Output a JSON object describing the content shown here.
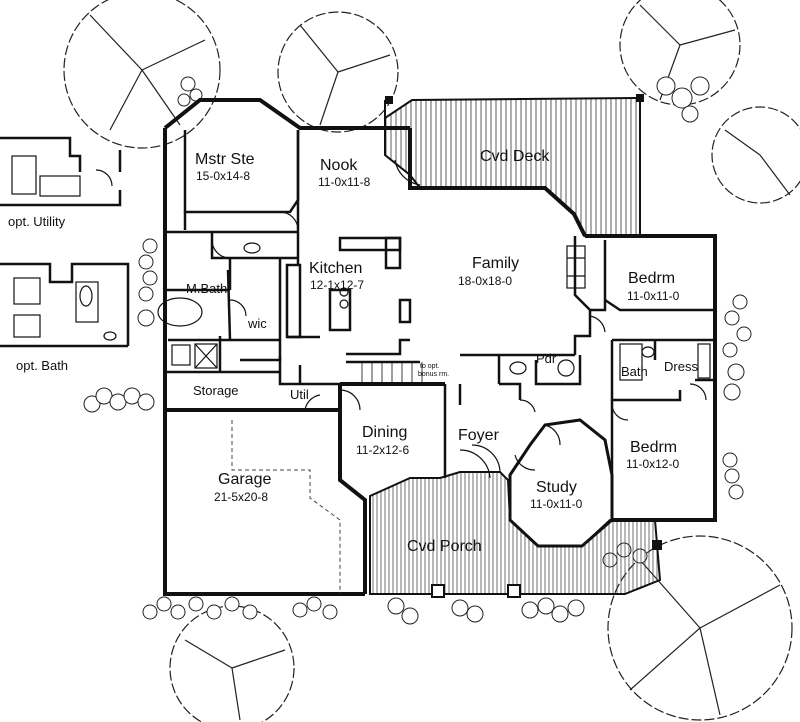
{
  "rooms": {
    "mstr_ste": {
      "name": "Mstr Ste",
      "dim": "15-0x14-8"
    },
    "nook": {
      "name": "Nook",
      "dim": "11-0x11-8"
    },
    "cvd_deck": {
      "name": "Cvd Deck"
    },
    "kitchen": {
      "name": "Kitchen",
      "dim": "12-1x12-7"
    },
    "family": {
      "name": "Family",
      "dim": "18-0x18-0"
    },
    "bedrm_upper": {
      "name": "Bedrm",
      "dim": "11-0x11-0"
    },
    "m_bath": {
      "name": "M.Bath"
    },
    "wic": {
      "name": "wic"
    },
    "pdr": {
      "name": "Pdr"
    },
    "bath": {
      "name": "Bath"
    },
    "dress": {
      "name": "Dress"
    },
    "storage": {
      "name": "Storage"
    },
    "util": {
      "name": "Util"
    },
    "stair_note": {
      "line1": "to opt.",
      "line2": "bonus rm."
    },
    "dining": {
      "name": "Dining",
      "dim": "11-2x12-6"
    },
    "foyer": {
      "name": "Foyer"
    },
    "bedrm_lower": {
      "name": "Bedrm",
      "dim": "11-0x12-0"
    },
    "study": {
      "name": "Study",
      "dim": "11-0x11-0"
    },
    "garage": {
      "name": "Garage",
      "dim": "21-5x20-8"
    },
    "cvd_porch": {
      "name": "Cvd Porch"
    }
  },
  "options": {
    "utility": "opt. Utility",
    "bath": "opt. Bath"
  }
}
